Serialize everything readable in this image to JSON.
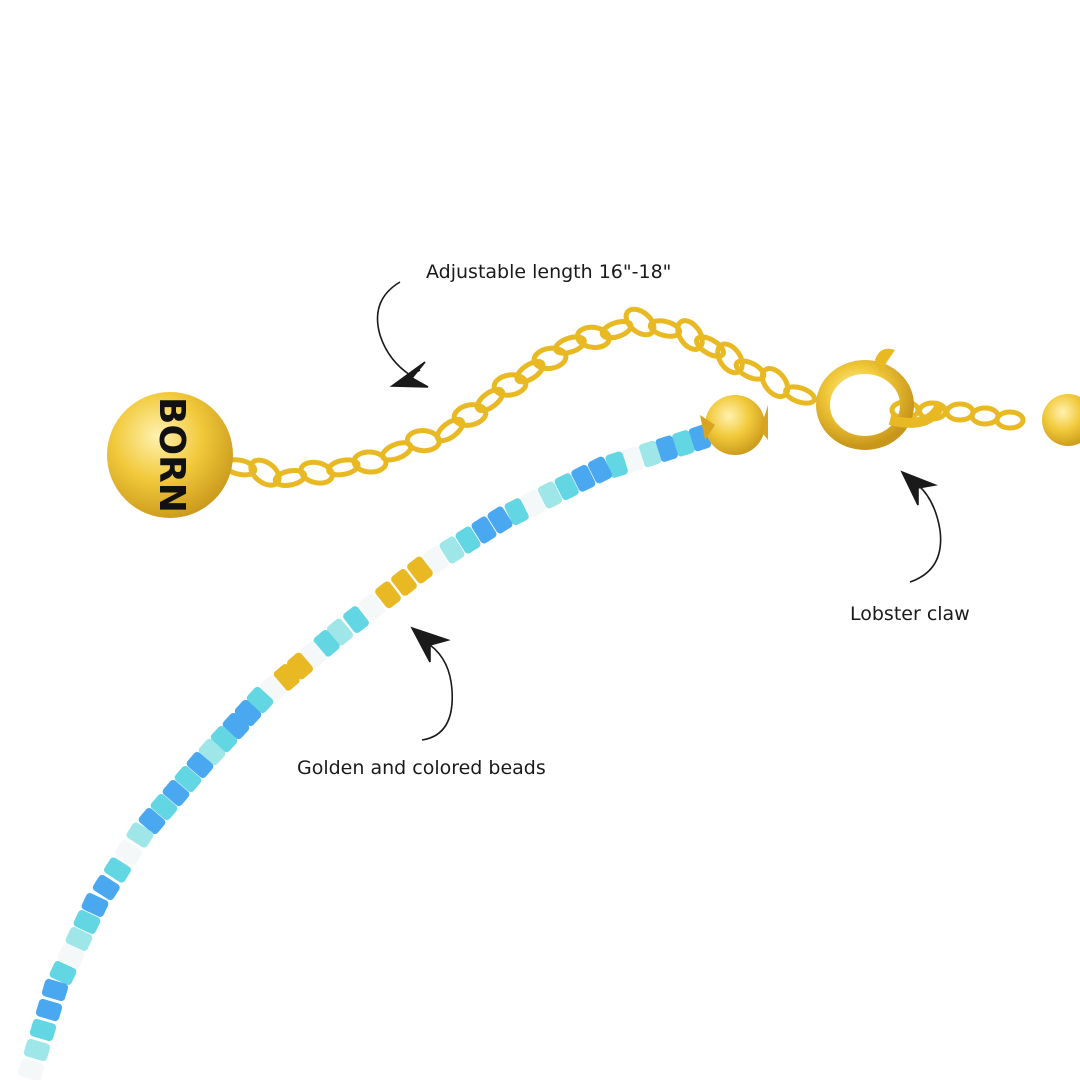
{
  "annotations": {
    "length": "Adjustable length 16\"-18\"",
    "clasp": "Lobster claw",
    "beads": "Golden and colored beads"
  },
  "logo": {
    "text": "BORN"
  },
  "colors": {
    "gold": "#e8b923",
    "gold_light": "#f7dc6f",
    "bead_blue": "#4aa8f0",
    "bead_aqua": "#62d6e3",
    "bead_light_aqua": "#9fe6e8",
    "bead_white": "#f4f8f8",
    "ink": "#1a1a1a"
  },
  "icons": [
    "curved-arrow-icon"
  ]
}
